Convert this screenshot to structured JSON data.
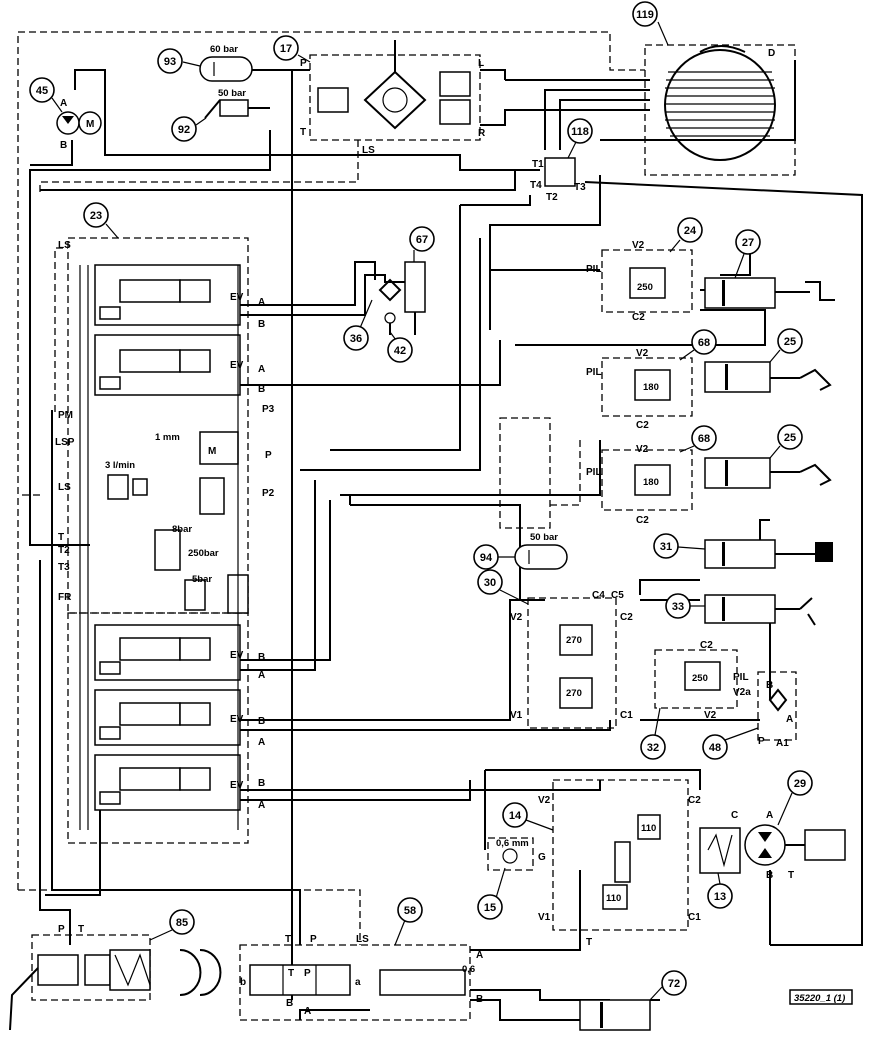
{
  "callouts": {
    "c119": "119",
    "c17": "17",
    "c93": "93",
    "c92": "92",
    "c45": "45",
    "c118": "118",
    "c23": "23",
    "c67": "67",
    "c24": "24",
    "c27": "27",
    "c36": "36",
    "c42": "42",
    "c68a": "68",
    "c25a": "25",
    "c68b": "68",
    "c25b": "25",
    "c94": "94",
    "c31": "31",
    "c30": "30",
    "c33": "33",
    "c32": "32",
    "c48": "48",
    "c14": "14",
    "c29": "29",
    "c15": "15",
    "c13": "13",
    "c85": "85",
    "c58": "58",
    "c72": "72"
  },
  "pressures": {
    "acc93": "60 bar",
    "switch92": "50 bar",
    "acc94": "50 bar",
    "valve24": "250",
    "valve68a": "180",
    "valve68b": "180",
    "valve30a": "270",
    "valve30b": "270",
    "valve32": "250",
    "valve14a": "110",
    "valve14b": "110",
    "flow_bypass": "1 mm",
    "flow_ls": "3 l/min",
    "relief_a": "0,6 mm",
    "relief_b": "0,6",
    "relief_23a": "250bar",
    "relief_23b": "5bar",
    "relief_23c": "8bar"
  },
  "ports": {
    "p45a": "A",
    "p45b": "B",
    "p45m": "M",
    "p17p": "P",
    "p17t": "T",
    "p17l": "L",
    "p17r": "R",
    "p17ls": "LS",
    "p119d": "D",
    "p118t1": "T1",
    "p118t2": "T2",
    "p118t3": "T3",
    "p118t4": "T4",
    "p23ls": "LS",
    "p23pm": "PM",
    "p23lsp": "LSP",
    "p23ls2": "LS",
    "p23t": "T",
    "p23t2": "T2",
    "p23t3": "T3",
    "p23fr": "FR",
    "p23p3": "P3",
    "p23p": "P",
    "p23p2": "P2",
    "s1a": "A",
    "s1b": "B",
    "s2a": "A",
    "s2b": "B",
    "s3b": "B",
    "s3a": "A",
    "s4b": "B",
    "s4a": "A",
    "s5b": "B",
    "s5a": "A",
    "ev1": "EV",
    "ev2": "EV",
    "ev3": "EV",
    "ev4": "EV",
    "ev5": "EV",
    "v24v2": "V2",
    "v24pil": "PIL",
    "v24c2": "C2",
    "v68av2": "V2",
    "v68apil": "PIL",
    "v68ac2": "C2",
    "v68bv2": "V2",
    "v68bpil": "PIL",
    "v68bc2": "C2",
    "v30v2": "V2",
    "v30c4": "C4",
    "v30c5": "C5",
    "v30c2": "C2",
    "v30v1": "V1",
    "v30c1": "C1",
    "v32c2": "C2",
    "v32pil": "PIL",
    "v32v2a": "V2a",
    "v32v2": "V2",
    "v48b": "B",
    "v48a": "A",
    "v48p": "P",
    "v48a1": "A1",
    "v14v2": "V2",
    "v14c2": "C2",
    "v14g": "G",
    "v14v1": "V1",
    "v14c1": "C1",
    "v14t": "T",
    "m29a": "A",
    "m29b": "B",
    "m29t": "T",
    "m29c": "C",
    "v85p": "P",
    "v85t": "T",
    "v58t": "T",
    "v58p": "P",
    "v58ls": "LS",
    "v58a": "A",
    "v58b": "B",
    "v58ma": "a",
    "v58mb": "b",
    "v58mp": "P",
    "v58mt": "T",
    "v58mbb": "B",
    "v58maa": "A"
  },
  "drawing_code": "35220_1 (1)"
}
